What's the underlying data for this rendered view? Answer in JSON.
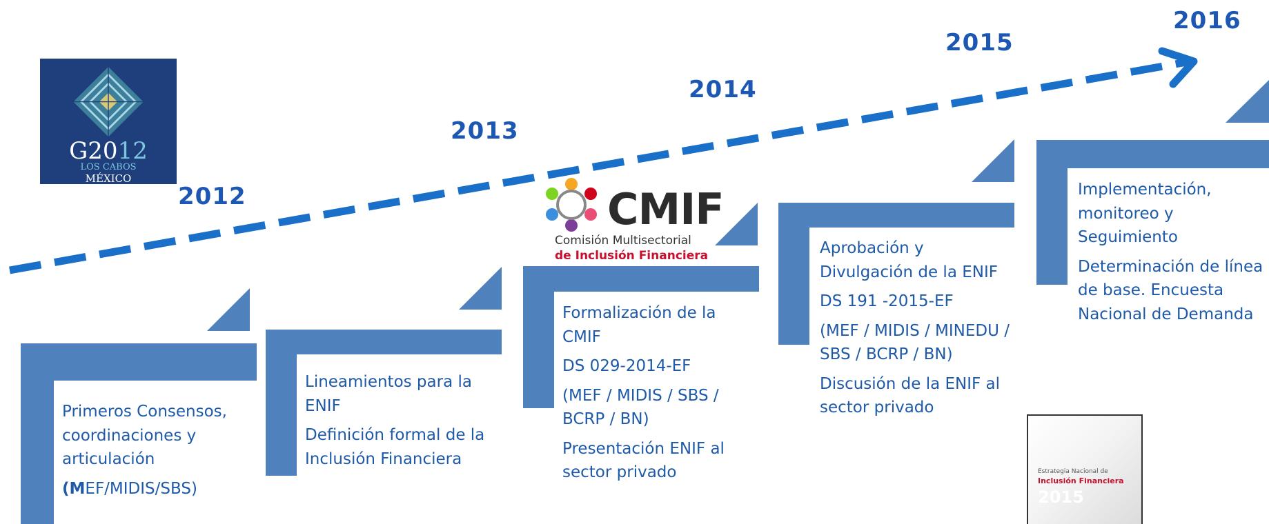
{
  "years": [
    "2012",
    "2013",
    "2014",
    "2015",
    "2016"
  ],
  "logos": {
    "g20": {
      "title_g20": "G20",
      "title_12": "12",
      "line1": "LOS CABOS",
      "line2": "MÉXICO"
    },
    "cmif": {
      "name": "CMIF",
      "subtitle1": "Comisión Multisectorial",
      "subtitle2": "de Inclusión Financiera"
    },
    "enif_cover": {
      "line1": "Estrategia Nacional de",
      "line2": "Inclusión Financiera",
      "year": "2015"
    }
  },
  "steps": [
    {
      "paragraphs": [
        "Primeros Consensos, coordinaciones  y articulación"
      ],
      "lead_bold": "(M",
      "lead_rest": "EF/MIDIS/SBS)"
    },
    {
      "paragraphs": [
        "Lineamientos para la ENIF",
        "Definición formal de la Inclusión Financiera"
      ]
    },
    {
      "paragraphs": [
        "Formalización de la CMIF",
        "DS 029-2014-EF",
        "(MEF / MIDIS / SBS / BCRP / BN)",
        "Presentación ENIF al sector privado"
      ]
    },
    {
      "paragraphs": [
        "Aprobación y Divulgación de la ENIF",
        "DS 191 -2015-EF",
        "(MEF / MIDIS / MINEDU / SBS / BCRP / BN)",
        "Discusión de la ENIF al sector privado"
      ]
    },
    {
      "paragraphs": [
        "Implementación, monitoreo y Seguimiento",
        "Determinación de línea de base. Encuesta Nacional de Demanda"
      ]
    }
  ],
  "colors": {
    "step_fill": "#4f81bd",
    "year_text": "#1c58b3",
    "arrow": "#1a6fc9",
    "body_text": "#1f5aa8"
  }
}
